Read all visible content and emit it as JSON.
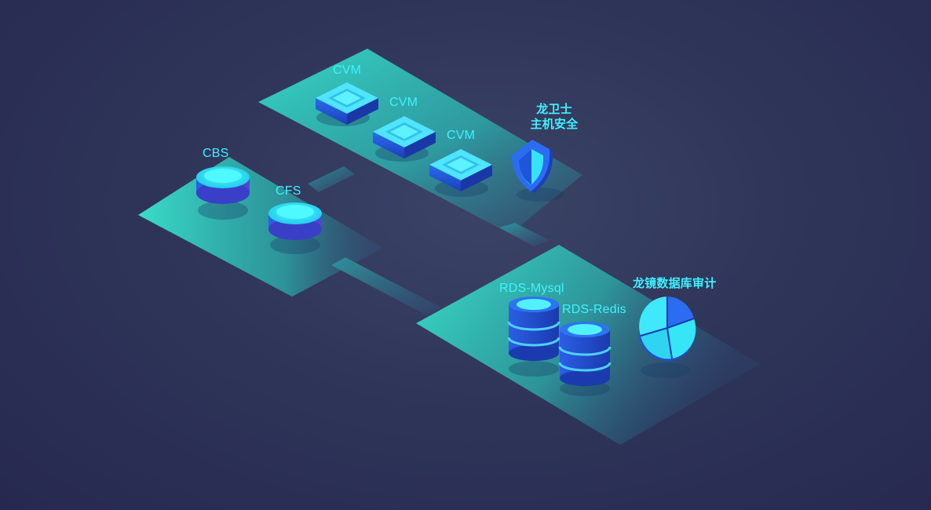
{
  "diagram": {
    "compute": {
      "vm_labels": [
        "CVM",
        "CVM",
        "CVM"
      ],
      "security": {
        "line1": "龙卫士",
        "line2": "主机安全",
        "icon": "shield-icon"
      }
    },
    "storage": {
      "block_label": "CBS",
      "file_label": "CFS"
    },
    "database": {
      "mysql_label": "RDS-Mysql",
      "redis_label": "RDS-Redis",
      "audit_label": "龙镜数据库审计",
      "audit_icon": "pie-chart-icon"
    }
  },
  "colors": {
    "background": "#2b2e56",
    "platform": "#2fd0c3",
    "label": "#3ff2ff",
    "device_blue": "#2463e0",
    "device_cyan": "#31d8f2"
  }
}
